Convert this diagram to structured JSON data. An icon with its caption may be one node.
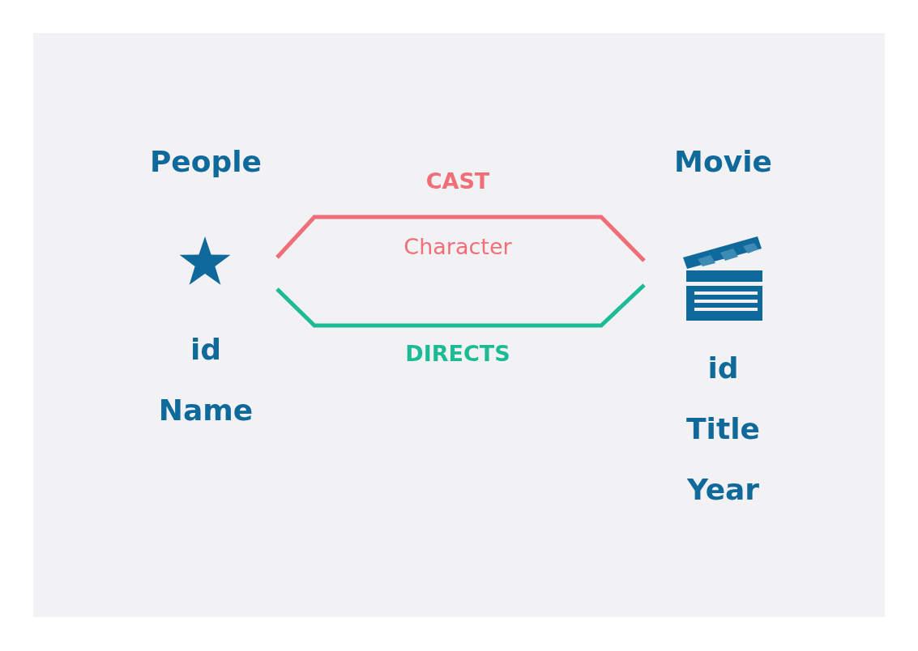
{
  "diagram": {
    "nodes": [
      {
        "text": [
          "People",
          "id",
          "Name"
        ]
      },
      {
        "text": [
          "Movie",
          "id",
          "Title",
          "Year"
        ]
      }
    ],
    "edges": [
      {
        "from": 0,
        "to": 1,
        "arrow": "none",
        "label": "CAST",
        "color": "#f06e78"
      },
      {
        "from": 0,
        "to": 1,
        "arrow": "none",
        "label": "DIRECTS",
        "color": "#1dbb95"
      }
    ],
    "labels": [
      "Character"
    ]
  }
}
